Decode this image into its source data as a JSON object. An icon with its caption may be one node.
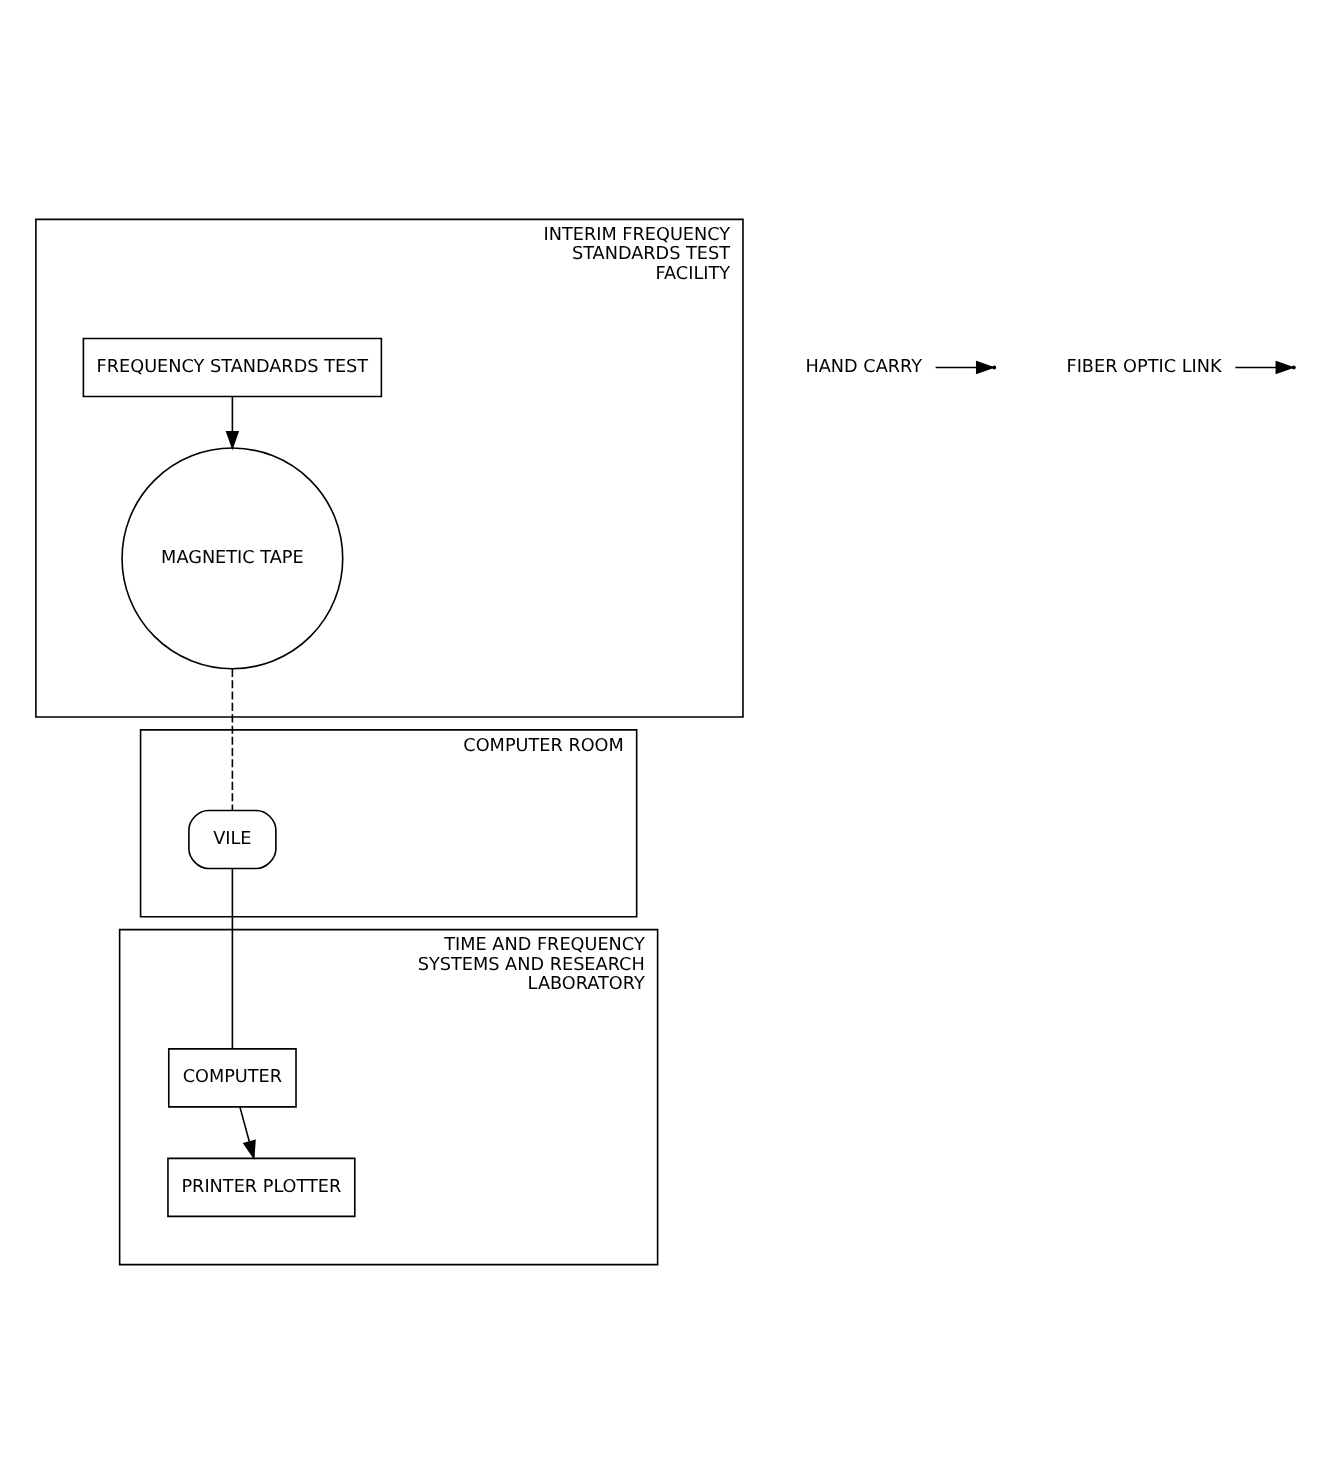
{
  "diagram": {
    "nodes": [
      {
        "text": [
          "INTERIM FREQUENCY STANDARDS TEST FACILITY"
        ]
      },
      {
        "text": [
          "FREQUENCY STANDARDS TEST"
        ],
        "in": 0
      },
      {
        "text": [
          "MAGNETIC TAPE"
        ],
        "in": 0
      },
      {
        "text": [
          "HAND CARRY"
        ]
      },
      {
        "text": [
          "COMPUTER ROOM"
        ]
      },
      {
        "text": [
          "VILE"
        ],
        "in": 4
      },
      {
        "text": [
          "FIBER OPTIC LINK"
        ]
      },
      {
        "text": [
          "TIME AND FREQUENCY SYSTEMS AND RESEARCH LABORATORY"
        ]
      },
      {
        "text": [
          "COMPUTER"
        ],
        "in": 7
      },
      {
        "text": [
          "PRINTER PLOTTER"
        ],
        "in": 7
      }
    ],
    "edges": [
      {
        "from": 1,
        "to": 2,
        "arrow": "to"
      },
      {
        "from": 2,
        "to": 5,
        "arrow": "none",
        "style": "dashed"
      },
      {
        "from": 3,
        "to": null,
        "arrow": "to"
      },
      {
        "from": 5,
        "to": 8,
        "arrow": "none"
      },
      {
        "from": 6,
        "to": null,
        "arrow": "to"
      },
      {
        "from": 8,
        "to": 9,
        "arrow": "to"
      }
    ]
  }
}
